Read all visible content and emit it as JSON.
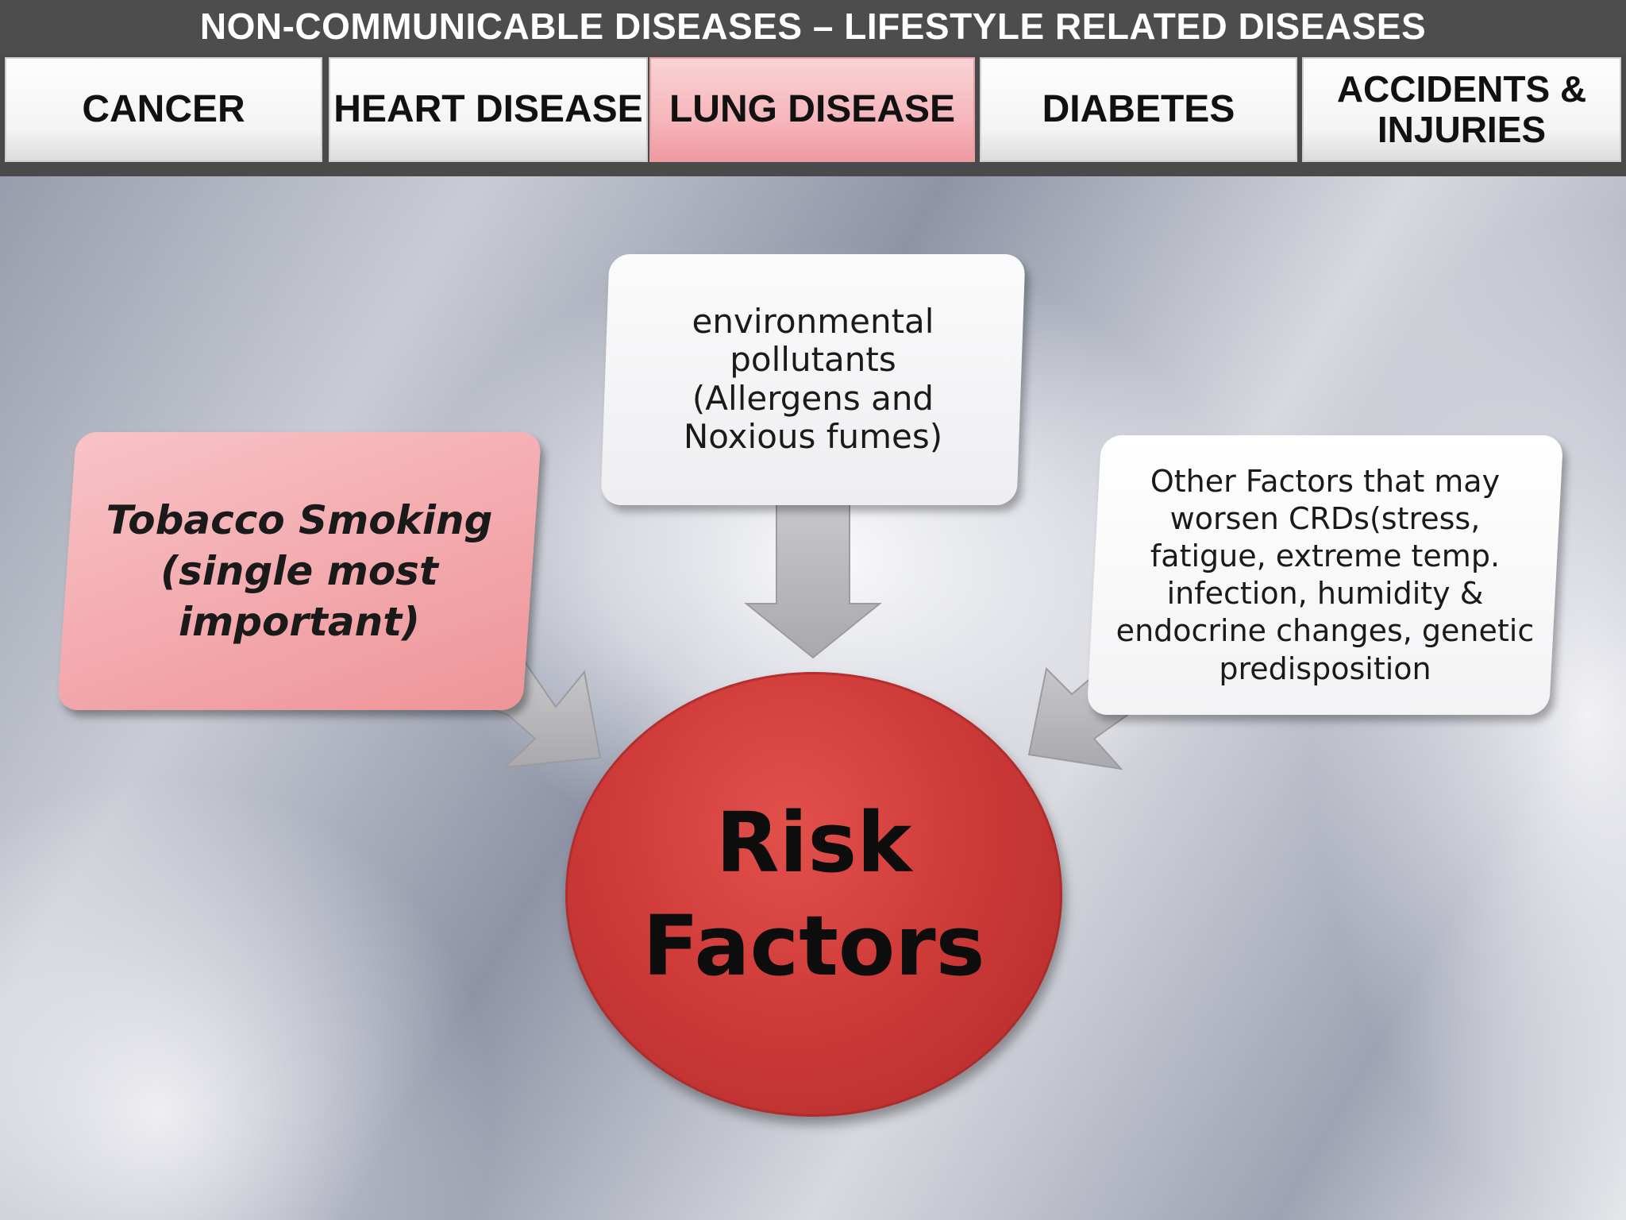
{
  "header": {
    "title": "NON-COMMUNICABLE DISEASES – LIFESTYLE RELATED DISEASES"
  },
  "tabs": [
    {
      "label": "CANCER",
      "active": false
    },
    {
      "label": "HEART DISEASE",
      "active": false
    },
    {
      "label": "LUNG DISEASE",
      "active": true
    },
    {
      "label": "DIABETES",
      "active": false
    },
    {
      "label": "ACCIDENTS & INJURIES",
      "active": false
    }
  ],
  "diagram": {
    "center": "Risk Factors",
    "nodes": {
      "tobacco": "Tobacco Smoking (single most important)",
      "environment": "environmental pollutants (Allergens and Noxious fumes)",
      "other": "Other Factors that may worsen CRDs(stress, fatigue, extreme temp. infection, humidity & endocrine changes, genetic predisposition"
    }
  },
  "colors": {
    "title_bar": "#4d4d4d",
    "active_tab": "#f6b6bb",
    "tobacco_box": "#f3a9ad",
    "center_circle": "#cf3b39",
    "arrow": "#b8b8bb"
  }
}
